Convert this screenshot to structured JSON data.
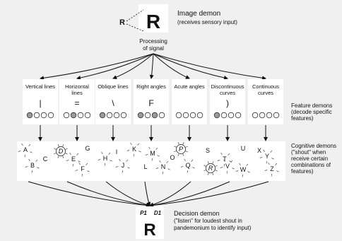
{
  "top": {
    "image_letter": "R",
    "input_letter": "R",
    "image_demon": "Image demon",
    "image_demon_note": "(receives sensory input)",
    "processing_1": "Processing",
    "processing_2": "of signal"
  },
  "feature_demons": [
    {
      "label_1": "Vertical lines",
      "label_2": "",
      "glyph": "|",
      "filled": [
        0
      ]
    },
    {
      "label_1": "Horizontal",
      "label_2": "lines",
      "glyph": "=",
      "filled": [
        1
      ]
    },
    {
      "label_1": "Oblique lines",
      "label_2": "",
      "glyph": "\\",
      "filled": [
        0
      ]
    },
    {
      "label_1": "Right angles",
      "label_2": "",
      "glyph": "F",
      "filled": [
        0,
        2
      ]
    },
    {
      "label_1": "Acute angles",
      "label_2": "",
      "glyph": "",
      "filled": []
    },
    {
      "label_1": "Discontinuous",
      "label_2": "curves",
      "glyph": ")",
      "filled": [
        0
      ]
    },
    {
      "label_1": "Continuous",
      "label_2": "curves",
      "glyph": "",
      "filled": []
    }
  ],
  "feature_side": [
    "Feature demons",
    "(decode specific",
    "features)"
  ],
  "cognitive_letters": [
    "A",
    "B",
    "C",
    "D",
    "E",
    "G",
    "F",
    "H",
    "I",
    "J",
    "K",
    "L",
    "M",
    "N",
    "O",
    "P",
    "Q",
    "S",
    "R",
    "T",
    "U",
    "V",
    "W",
    "X",
    "Y",
    "Z"
  ],
  "cognitive_side": [
    "Cognitive demons",
    "(\"shout\" when",
    "receive certain",
    "combinations of",
    "features)"
  ],
  "decision": {
    "p1": "P1",
    "d1": "D1",
    "letter": "R",
    "lines": [
      "Decision demon",
      "(\"listen\" for loudest shout in",
      "pandemonium to identify input)"
    ]
  },
  "colors": {
    "filled_circle": "#9a9a9a",
    "background": "#f0f0f0",
    "box": "#ffffff"
  }
}
